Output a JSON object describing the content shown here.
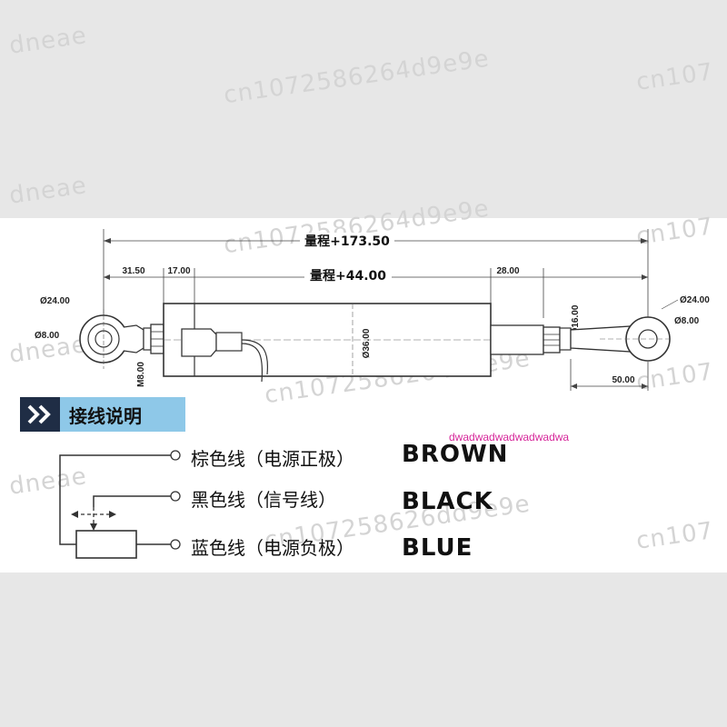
{
  "watermarks": [
    "dneae",
    "cn1072586264d9e9e",
    "cn107",
    "dneae",
    "cn1072586264d9e9e",
    "cn107",
    "dneae",
    "cn1072586264d9e9e",
    "cn107",
    "dneae",
    "cn107258626dd9e9e",
    "cn107"
  ],
  "dimensions": {
    "total_range": "量程+173.50",
    "stroke_range": "量程+44.00",
    "left_offset": "31.50",
    "left_body": "17.00",
    "right_body": "28.00",
    "right_end": "50.00",
    "left_eye_outer": "Ø24.00",
    "left_eye_inner": "Ø8.00",
    "right_eye_outer": "Ø24.00",
    "right_eye_inner": "Ø8.00",
    "rod_diameter": "Ø16.00",
    "body_diameter": "Ø36.00",
    "thread": "M8.00"
  },
  "wiring": {
    "title": "接线说明",
    "items": [
      {
        "cn": "棕色线（电源正极）",
        "en": "BROWN"
      },
      {
        "cn": "黑色线（信号线）",
        "en": "BLACK"
      },
      {
        "cn": "蓝色线（电源负极）",
        "en": "BLUE"
      }
    ]
  },
  "noise_text": "dwadwadwadwadwadwa",
  "colors": {
    "header_dark": "#1f2d45",
    "header_light": "#8ec8e8",
    "noise": "#d6279a"
  }
}
